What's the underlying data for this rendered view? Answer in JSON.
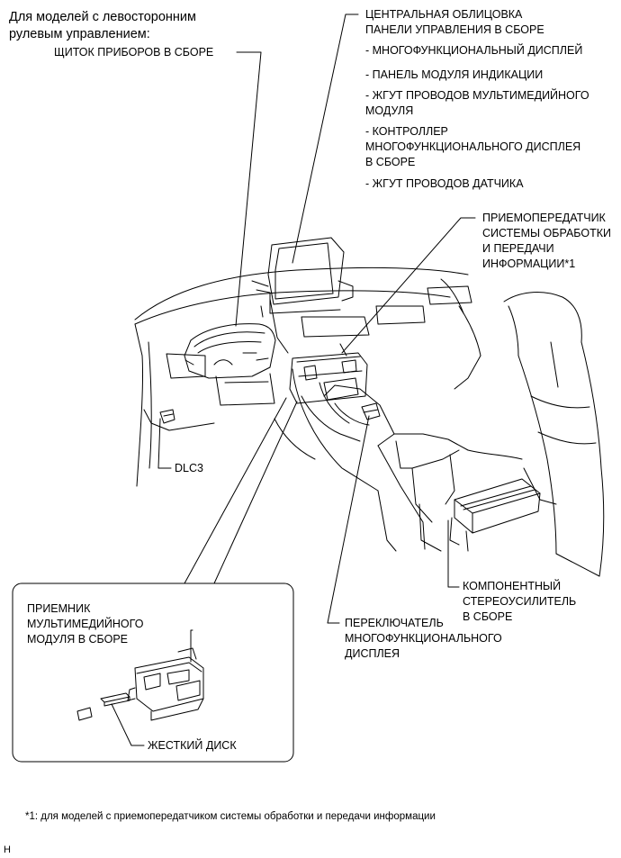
{
  "header": {
    "line1": "Для моделей с левосторонним",
    "line2": "рулевым управлением:"
  },
  "labels": {
    "combination_meter": "ЩИТОК ПРИБОРОВ В СБОРЕ",
    "center_panel": "ЦЕНТРАЛЬНАЯ ОБЛИЦОВКА\nПАНЕЛИ УПРАВЛЕНИЯ В СБОРЕ",
    "multi_display": "- МНОГОФУНКЦИОНАЛЬНЫЙ ДИСПЛЕЙ",
    "indicator_panel": "- ПАНЕЛЬ МОДУЛЯ ИНДИКАЦИИ",
    "media_harness": "- ЖГУТ ПРОВОДОВ МУЛЬТИМЕДИЙНОГО\nМОДУЛЯ",
    "display_controller": "- КОНТРОЛЛЕР\nМНОГОФУНКЦИОНАЛЬНОГО ДИСПЛЕЯ\nВ СБОРЕ",
    "sensor_harness": "- ЖГУТ ПРОВОДОВ ДАТЧИКА",
    "transceiver": "ПРИЕМОПЕРЕДАТЧИК\nСИСТЕМЫ ОБРАБОТКИ\nИ ПЕРЕДАЧИ\nИНФОРМАЦИИ*1",
    "dlc3": "DLC3",
    "amplifier": "КОМПОНЕНТНЫЙ\nСТЕРЕОУСИЛИТЕЛЬ\nВ СБОРЕ",
    "display_switch": "ПЕРЕКЛЮЧАТЕЛЬ\nМНОГОФУНКЦИОНАЛЬНОГО\nДИСПЛЕЯ",
    "receiver": "ПРИЕМНИК\nМУЛЬТИМЕДИЙНОГО\nМОДУЛЯ В СБОРЕ",
    "hdd": "ЖЕСТКИЙ ДИСК"
  },
  "footnote": "*1: для моделей с приемопередатчиком системы обработки и передачи информации",
  "corner_code": "H"
}
